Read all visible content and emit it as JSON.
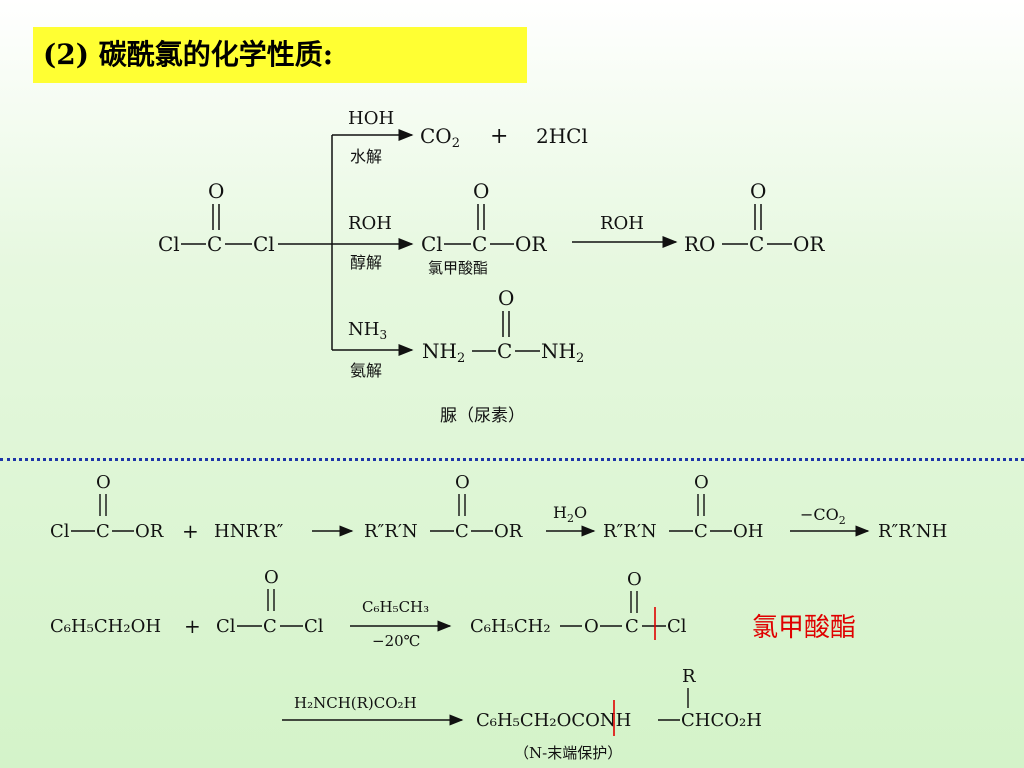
{
  "title": "(2) 碳酰氯的化学性质:",
  "phosgene": {
    "o": "O",
    "cl_left": "Cl",
    "c": "C",
    "cl_right": "Cl"
  },
  "hydrolysis": {
    "reagent": "HOH",
    "label": "水解",
    "product_co2": "CO",
    "product_co2_sub": "2",
    "plus": "+",
    "product_hcl": "2HCl"
  },
  "alcoholysis": {
    "reagent": "ROH",
    "label": "醇解",
    "product_o": "O",
    "product_cl": "Cl",
    "product_c": "C",
    "product_or": "OR",
    "product_name": "氯甲酸酯",
    "second_reagent": "ROH",
    "final_o": "O",
    "final_ro": "RO",
    "final_c": "C",
    "final_or": "OR"
  },
  "aminolysis": {
    "reagent": "NH",
    "reagent_sub": "3",
    "label": "氨解",
    "product_o": "O",
    "product_nh2_left": "NH",
    "product_c": "C",
    "product_nh2_right": "NH",
    "sub2": "2",
    "product_name": "脲（尿素）"
  },
  "reaction2": {
    "r1_o": "O",
    "r1_cl": "Cl",
    "r1_c": "C",
    "r1_or": "OR",
    "plus": "+",
    "amine": "HNR′R″",
    "p1_o": "O",
    "p1_left": "R″R′N",
    "p1_c": "C",
    "p1_or": "OR",
    "step2_reagent": "H",
    "step2_reagent_sub": "2",
    "step2_reagent_tail": "O",
    "p2_o": "O",
    "p2_left": "R″R′N",
    "p2_c": "C",
    "p2_oh": "OH",
    "step3_reagent": "−CO",
    "step3_reagent_sub": "2",
    "final": "R″R′NH"
  },
  "reaction3": {
    "benzyl_alcohol": "C₆H₅CH₂OH",
    "plus": "+",
    "phosgene_o": "O",
    "phosgene_cl_left": "Cl",
    "phosgene_c": "C",
    "phosgene_cl_right": "Cl",
    "reagent_top": "C₆H₅CH₃",
    "reagent_bottom": "−20℃",
    "product_left": "C₆H₅CH₂",
    "product_o_chain": "O",
    "product_o": "O",
    "product_c": "C",
    "product_cl": "Cl",
    "name": "氯甲酸酯"
  },
  "reaction4": {
    "reagent": "H₂NCH(R)CO₂H",
    "r_top": "R",
    "product": "C₆H₅CH₂OCONH",
    "product_tail": "CHCO₂H",
    "note": "（N-末端保护）"
  },
  "colors": {
    "title_bg": "#ffff33",
    "divider": "#1e35a8",
    "highlight": "#e00000"
  }
}
